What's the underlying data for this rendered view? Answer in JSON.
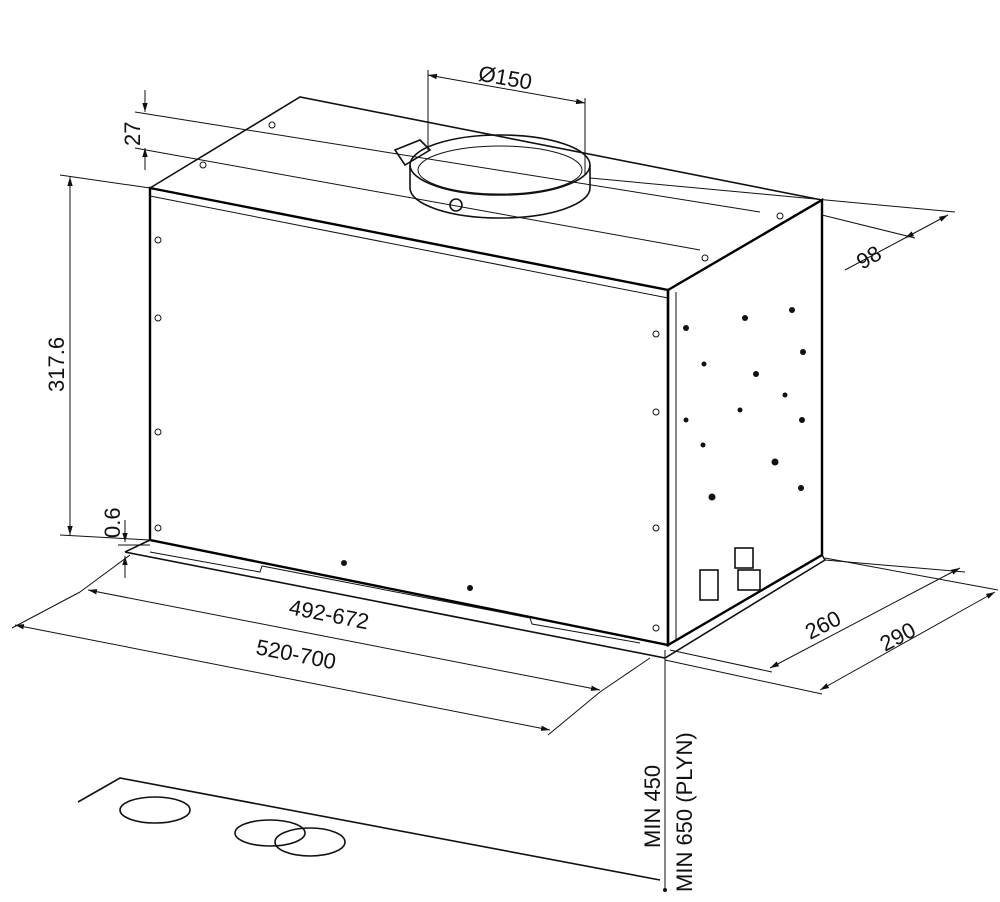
{
  "title": "Built-in cooker hood dimension drawing",
  "dimensions": {
    "duct_diameter": "Ø150",
    "top_offset": "27",
    "duct_offset": "98",
    "height": "317.6",
    "flange": "0.6",
    "inner_width": "492-672",
    "outer_width": "520-700",
    "inner_depth": "260",
    "outer_depth": "290",
    "min_height_electric": "MIN 450",
    "min_height_gas": "MIN 650 (PLYN)"
  },
  "colors": {
    "line": "#111111",
    "background": "#ffffff"
  }
}
